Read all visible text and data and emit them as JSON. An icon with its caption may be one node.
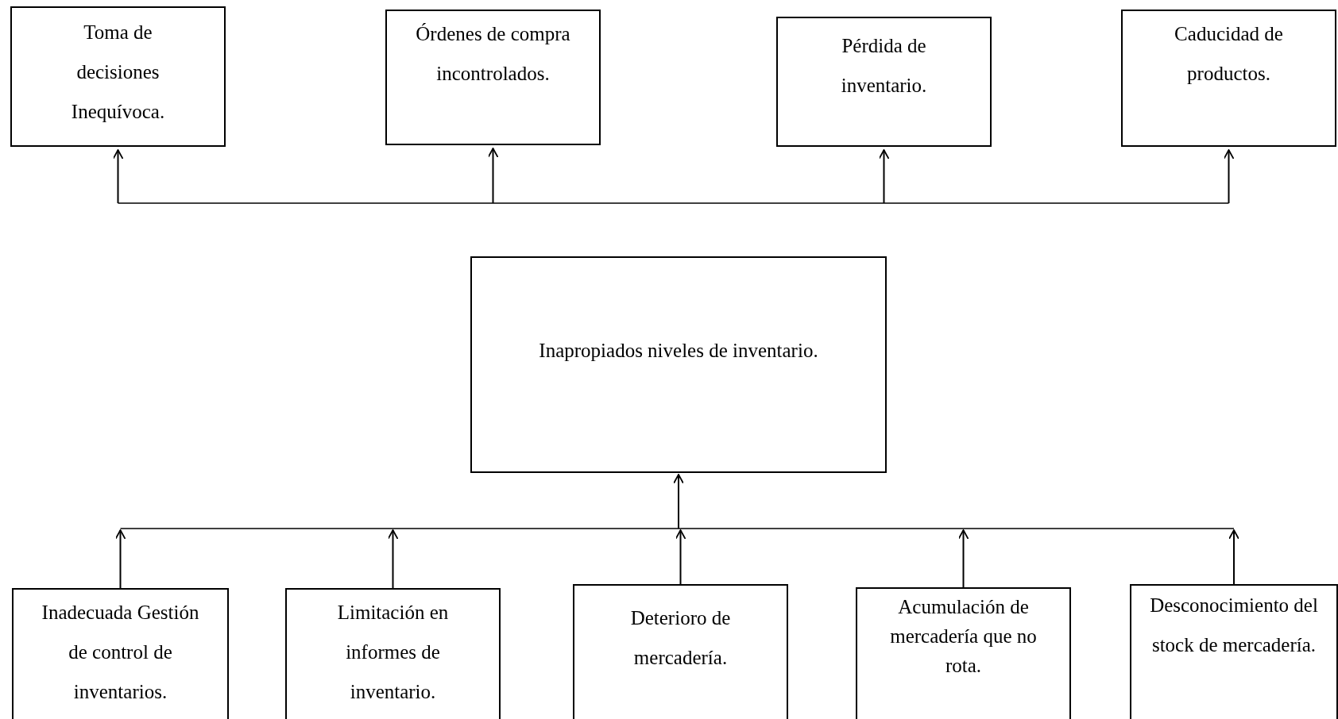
{
  "diagram": {
    "nodes": [
      {
        "text": [
          "Toma de decisiones Inequívoca."
        ]
      },
      {
        "text": [
          "Órdenes de compra incontrolados."
        ]
      },
      {
        "text": [
          "Pérdida de inventario."
        ]
      },
      {
        "text": [
          "Caducidad de productos."
        ]
      },
      {
        "text": [
          "Inapropiados niveles de inventario."
        ]
      },
      {
        "text": [
          "Inadecuada Gestión de control de inventarios."
        ]
      },
      {
        "text": [
          "Limitación en informes de inventario."
        ]
      },
      {
        "text": [
          "Deterioro de mercadería."
        ]
      },
      {
        "text": [
          "Acumulación de mercadería que no rota."
        ]
      },
      {
        "text": [
          "Desconocimiento del stock de mercadería."
        ]
      }
    ],
    "edges": [
      {
        "from": null,
        "to": 0,
        "arrow": "to"
      },
      {
        "from": null,
        "to": 1,
        "arrow": "to"
      },
      {
        "from": null,
        "to": 2,
        "arrow": "to"
      },
      {
        "from": null,
        "to": 3,
        "arrow": "to"
      },
      {
        "from": 5,
        "to": 4,
        "arrow": "to"
      },
      {
        "from": 6,
        "to": 4,
        "arrow": "to"
      },
      {
        "from": 7,
        "to": 4,
        "arrow": "to"
      },
      {
        "from": 8,
        "to": 4,
        "arrow": "to"
      },
      {
        "from": 9,
        "to": 4,
        "arrow": "to"
      }
    ]
  }
}
